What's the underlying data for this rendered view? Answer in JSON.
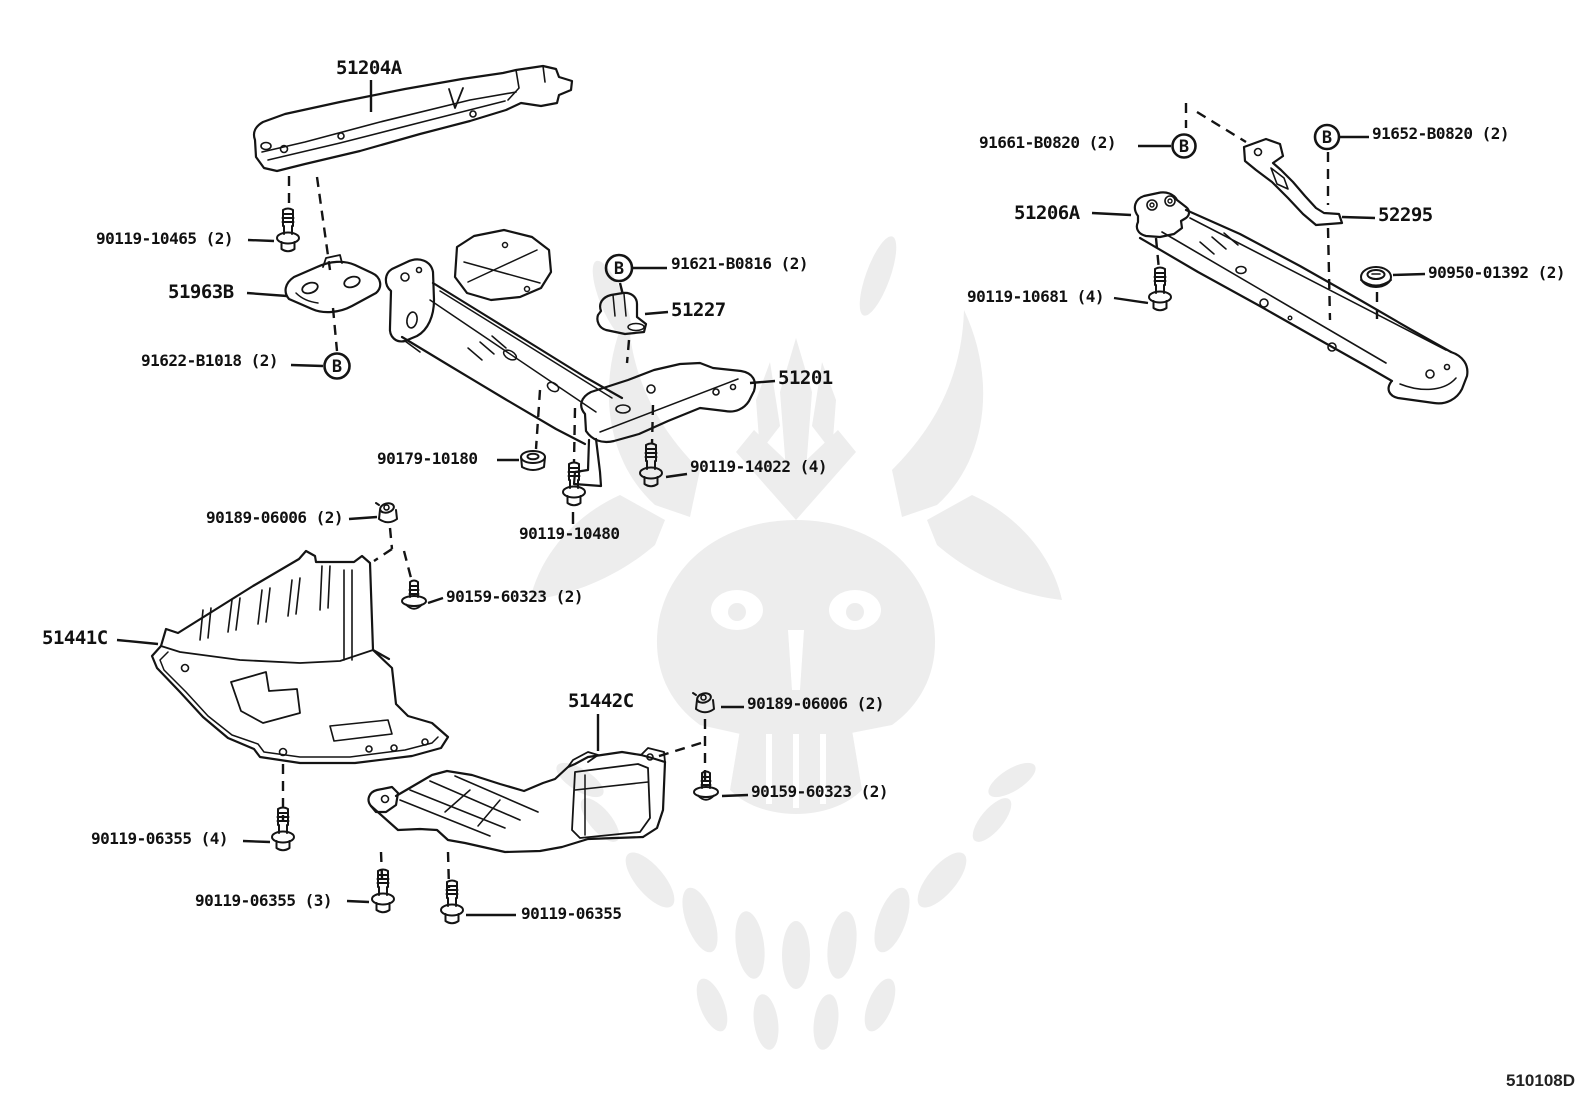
{
  "diagram": {
    "code": "510108D",
    "marker_letter": "B",
    "parts": {
      "p51204a": "51204A",
      "p51963b": "51963B",
      "p51227": "51227",
      "p51201": "51201",
      "p51441c": "51441C",
      "p51442c": "51442C",
      "p51206a": "51206A",
      "p52295": "52295"
    },
    "fasteners": {
      "f90119_10465": "90119-10465 (2)",
      "f91622_b1018": "91622-B1018 (2)",
      "f91621_b0816": "91621-B0816 (2)",
      "f90179_10180": "90179-10180",
      "f90119_14022": "90119-14022 (4)",
      "f90119_10480": "90119-10480",
      "f90189_06006_left": "90189-06006 (2)",
      "f90159_60323_left": "90159-60323 (2)",
      "f90189_06006_right": "90189-06006 (2)",
      "f90159_60323_right": "90159-60323 (2)",
      "f90119_06355_qty4": "90119-06355 (4)",
      "f90119_06355_qty3": "90119-06355 (3)",
      "f90119_06355": "90119-06355",
      "f91661_b0820": "91661-B0820 (2)",
      "f91652_b0820": "91652-B0820 (2)",
      "f90119_10681": "90119-10681 (4)",
      "f90950_01392": "90950-01392 (2)"
    }
  },
  "colors": {
    "background": "#ffffff",
    "line": "#141414",
    "watermark": "#ededed"
  }
}
